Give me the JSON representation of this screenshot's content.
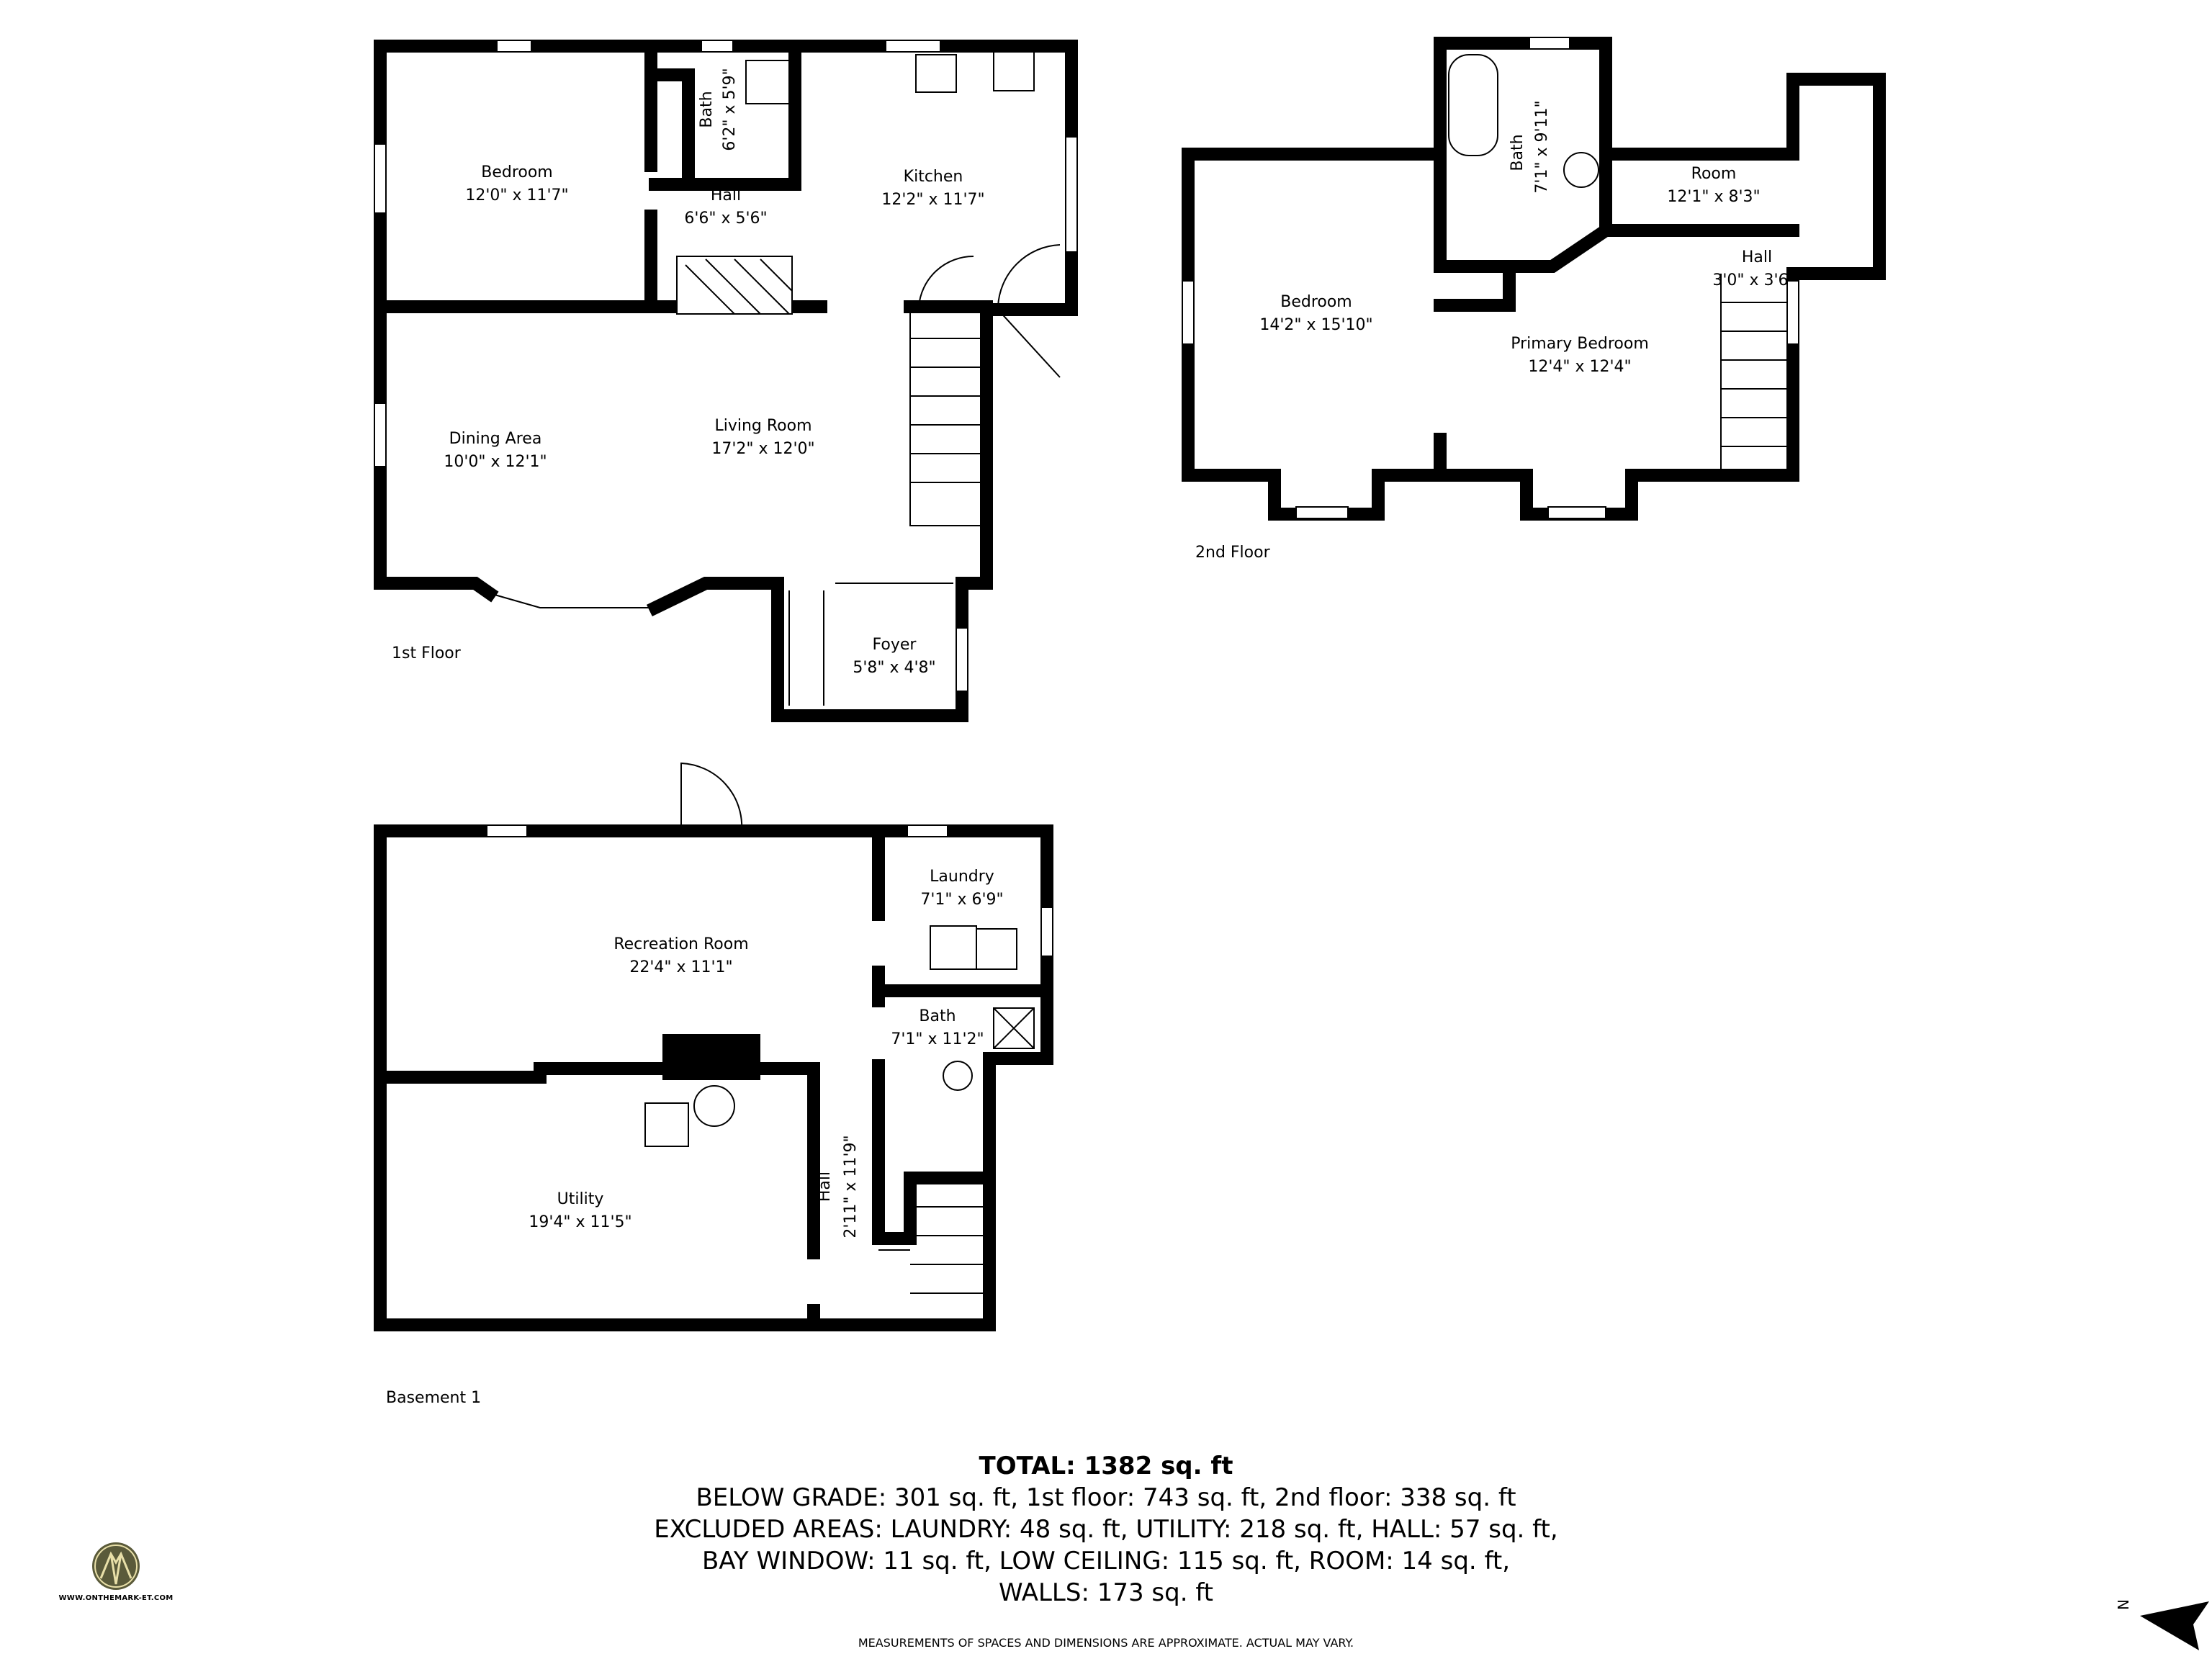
{
  "floors": {
    "first": {
      "label": "1st Floor",
      "rooms": [
        {
          "name": "Bedroom",
          "dims": "12'0\" x 11'7\""
        },
        {
          "name": "Bath",
          "dims": "6'2\" x 5'9\""
        },
        {
          "name": "Hall",
          "dims": "6'6\" x 5'6\""
        },
        {
          "name": "Kitchen",
          "dims": "12'2\" x 11'7\""
        },
        {
          "name": "Dining Area",
          "dims": "10'0\" x 12'1\""
        },
        {
          "name": "Living Room",
          "dims": "17'2\" x 12'0\""
        },
        {
          "name": "Foyer",
          "dims": "5'8\" x 4'8\""
        }
      ]
    },
    "second": {
      "label": "2nd Floor",
      "rooms": [
        {
          "name": "Bath",
          "dims": "7'1\" x 9'11\""
        },
        {
          "name": "Room",
          "dims": "12'1\" x 8'3\""
        },
        {
          "name": "Hall",
          "dims": "3'0\" x 3'6\""
        },
        {
          "name": "Bedroom",
          "dims": "14'2\" x 15'10\""
        },
        {
          "name": "Primary Bedroom",
          "dims": "12'4\" x 12'4\""
        }
      ]
    },
    "basement": {
      "label": "Basement 1",
      "rooms": [
        {
          "name": "Laundry",
          "dims": "7'1\" x 6'9\""
        },
        {
          "name": "Recreation Room",
          "dims": "22'4\" x 11'1\""
        },
        {
          "name": "Bath",
          "dims": "7'1\" x 11'2\""
        },
        {
          "name": "Utility",
          "dims": "19'4\" x 11'5\""
        },
        {
          "name": "Hall",
          "dims": "2'11\" x 11'9\""
        }
      ]
    }
  },
  "summary": {
    "total": "TOTAL: 1382 sq. ft",
    "line1": "BELOW GRADE: 301 sq. ft, 1st floor: 743 sq. ft, 2nd floor: 338 sq. ft",
    "line2": "EXCLUDED AREAS: LAUNDRY: 48 sq. ft, UTILITY: 218 sq. ft, HALL: 57 sq. ft,",
    "line3": "BAY WINDOW: 11 sq. ft, LOW CEILING: 115 sq. ft, ROOM: 14 sq. ft,",
    "line4": "WALLS: 173 sq. ft"
  },
  "disclaimer": "MEASUREMENTS OF SPACES AND DIMENSIONS ARE APPROXIMATE. ACTUAL MAY VARY.",
  "logo": {
    "url": "WWW.ONTHEMARK-ET.COM",
    "color": "#5a5a3a",
    "accent": "#e8dfa8"
  },
  "compass": {
    "label": "N",
    "icon": "north-arrow-icon"
  }
}
